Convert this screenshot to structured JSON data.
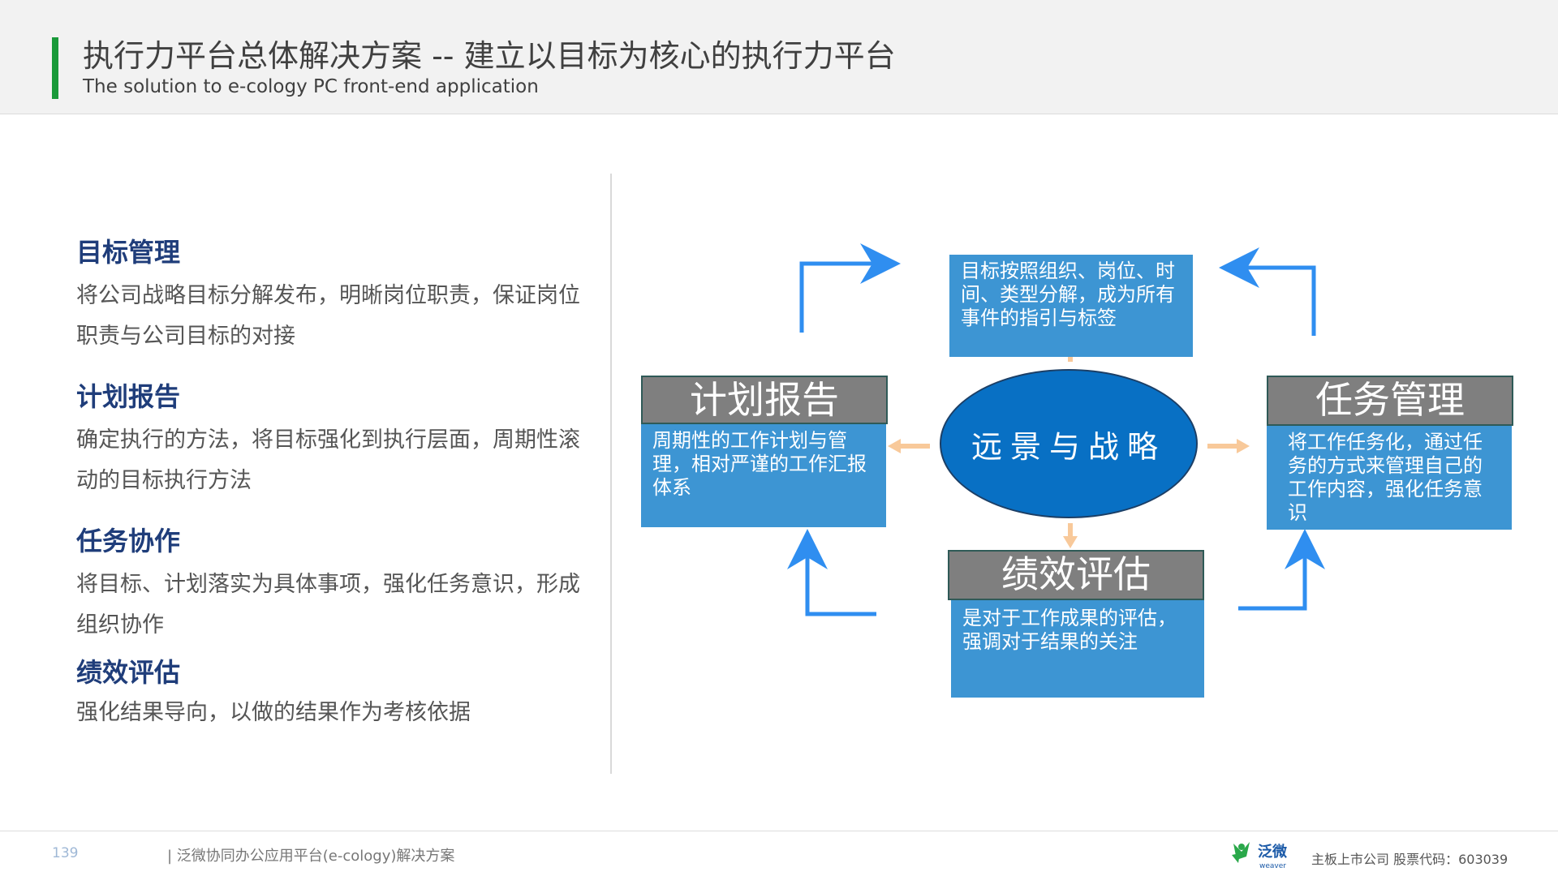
{
  "header": {
    "title": "执行力平台总体解决方案 -- 建立以目标为核心的执行力平台",
    "subtitle": "The solution to e-cology PC front-end application",
    "accent_color": "#1a9a3a"
  },
  "sections": [
    {
      "title": "目标管理",
      "body": "将公司战略目标分解发布，明晰岗位职责，保证岗位职责与公司目标的对接"
    },
    {
      "title": "计划报告",
      "body": "确定执行的方法，将目标强化到执行层面，周期性滚动的目标执行方法"
    },
    {
      "title": "任务协作",
      "body": "将目标、计划落实为具体事项，强化任务意识，形成组织协作"
    },
    {
      "title": "绩效评估",
      "body": "强化结果导向，以做的结果作为考核依据"
    }
  ],
  "diagram": {
    "center": "远景与战略",
    "top_box": "目标按照组织、岗位、时间、类型分解，成为所有事件的指引与标签",
    "left": {
      "title": "计划报告",
      "desc": "周期性的工作计划与管理，相对严谨的工作汇报体系"
    },
    "right": {
      "title": "任务管理",
      "desc": "将工作任务化，通过任务的方式来管理自己的工作内容，强化任务意识"
    },
    "bottom": {
      "title": "绩效评估",
      "desc": "是对于工作成果的评估，强调对于结果的关注"
    },
    "colors": {
      "box_blue": "#3d95d3",
      "ellipse_blue": "#0870c4",
      "title_gray": "#7f7f7f",
      "cycle_arrow": "#2f8ef0",
      "small_arrow": "#f8c99a"
    }
  },
  "footer": {
    "page": "139",
    "text": "| 泛微协同办公应用平台(e-cology)解决方案",
    "logo_text": "泛微",
    "logo_subtext": "weaver",
    "right_text": "主板上市公司   股票代码：603039"
  }
}
